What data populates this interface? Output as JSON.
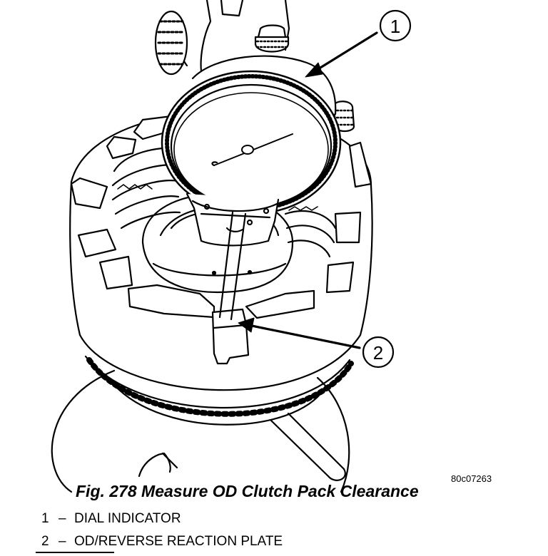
{
  "figure": {
    "caption": "Fig. 278 Measure OD Clutch Pack Clearance",
    "reference_id": "80c07263"
  },
  "callouts": [
    {
      "number": "1",
      "label": "DIAL INDICATOR"
    },
    {
      "number": "2",
      "label": "OD/REVERSE REACTION PLATE"
    }
  ],
  "legend_separator": "–",
  "colors": {
    "ink": "#000000",
    "paper": "#ffffff"
  }
}
